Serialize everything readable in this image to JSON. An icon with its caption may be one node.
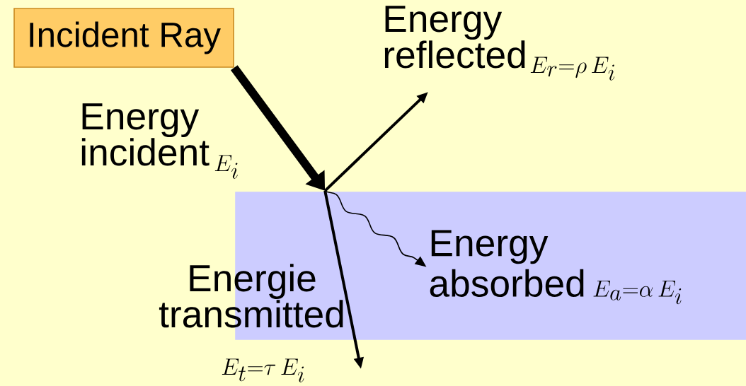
{
  "diagram": {
    "nodes": [
      {
        "text": [
          "Incident Ray"
        ]
      },
      {
        "text": [],
        "shape": "box"
      },
      {
        "text": [
          "Energy absorbed",
          "E_a{=}\\alpha\\, E_i"
        ],
        "in": 1
      }
    ],
    "edges": [
      {
        "from": 0,
        "to": 1,
        "arrow": "to",
        "style": "thick"
      },
      {
        "from": 1,
        "to": null,
        "arrow": "to"
      },
      {
        "from": 1,
        "to": 2,
        "arrow": "to"
      },
      {
        "from": 1,
        "to": null,
        "arrow": "to"
      }
    ],
    "labels": [
      "Energy reflected",
      "E_r{=}\\rho\\, E_i",
      "Energy incident",
      "E_i",
      "Energie transmitted",
      "E_t{=}\\tau\\, E_i"
    ]
  }
}
